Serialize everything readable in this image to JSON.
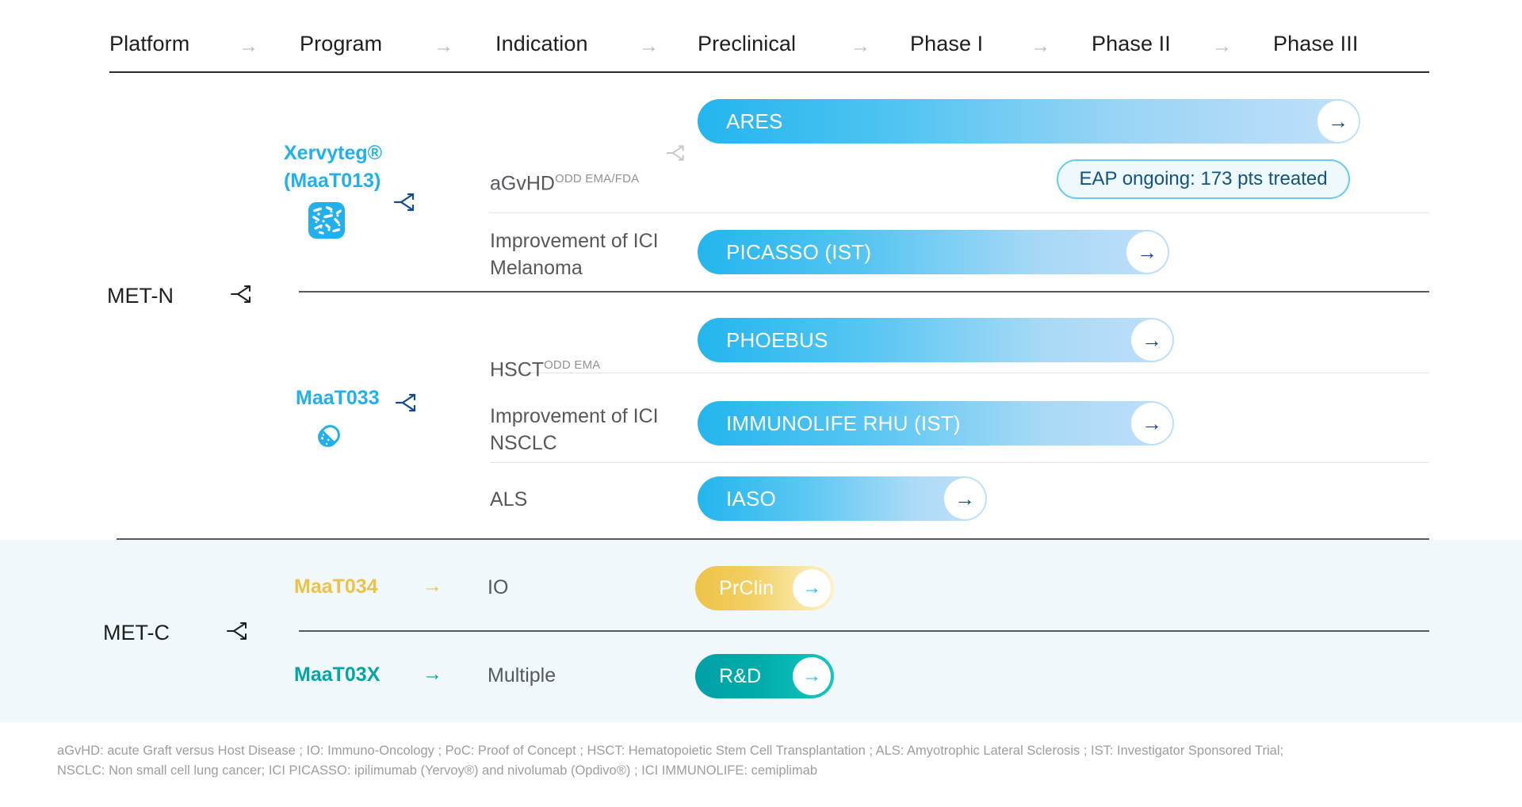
{
  "header": {
    "columns": [
      "Platform",
      "Program",
      "Indication",
      "Preclinical",
      "Phase I",
      "Phase II",
      "Phase III"
    ],
    "separator_icon": "arrow-right-icon",
    "separator_glyph": "→"
  },
  "colors": {
    "cyan": "#23b5ee",
    "cyan_light": "#b9ddf8",
    "program_blue": "#22b0ec",
    "amber": "#edc247",
    "amber_light": "#fbe6a0",
    "teal": "#00a6a6",
    "teal_light": "#34cfc8",
    "navy_arrow": "#14498c",
    "band_background": "#f0f8fc",
    "text_dark": "#1f1f1f",
    "text_grey": "#55595c",
    "superscript_grey": "#8e9295",
    "footnote_grey": "#9a9ea1"
  },
  "platforms": [
    {
      "id": "met-n",
      "label": "MET-N",
      "branch_icon": "branch-split-icon",
      "programs": [
        {
          "id": "maat013",
          "name_line1": "Xervyteg®",
          "name_line2": "(MaaT013)",
          "color": "#22b0ec",
          "icon": "microbiome-square-icon",
          "branch_icon": "branch-split-icon",
          "rows": [
            {
              "indication": "aGvHD",
              "superscript": "ODD EMA/FDA",
              "indication_icon": "branch-split-icon",
              "trial": "ARES",
              "phase_reach": "Phase III",
              "knob_arrow_icon": "arrow-right-icon",
              "badge": "EAP ongoing: 173 pts treated"
            },
            {
              "indication": "Improvement of ICI\nMelanoma",
              "superscript": "",
              "trial": "PICASSO (IST)",
              "phase_reach": "Phase II",
              "knob_arrow_icon": "arrow-right-icon"
            }
          ]
        },
        {
          "id": "maat033",
          "name_line1": "MaaT033",
          "name_line2": "",
          "color": "#22b0ec",
          "icon": "capsule-pill-icon",
          "branch_icon": "branch-split-icon",
          "rows": [
            {
              "indication": "HSCT",
              "superscript": "ODD EMA",
              "trial": "PHOEBUS",
              "phase_reach": "Phase II",
              "knob_arrow_icon": "arrow-right-icon"
            },
            {
              "indication": "Improvement of ICI\nNSCLC",
              "superscript": "",
              "trial": "IMMUNOLIFE RHU (IST)",
              "phase_reach": "Phase II",
              "knob_arrow_icon": "arrow-right-icon"
            },
            {
              "indication": "ALS",
              "superscript": "",
              "trial": "IASO",
              "phase_reach": "Phase I",
              "knob_arrow_icon": "arrow-right-icon"
            }
          ]
        }
      ]
    },
    {
      "id": "met-c",
      "label": "MET-C",
      "branch_icon": "branch-split-icon",
      "programs": [
        {
          "id": "maat034",
          "name_line1": "MaaT034",
          "name_line2": "",
          "color": "#edc247",
          "arrow_icon": "arrow-right-icon",
          "rows": [
            {
              "indication": "IO",
              "superscript": "",
              "trial": "PrClin",
              "phase_reach": "Preclinical",
              "knob_arrow_icon": "arrow-right-icon"
            }
          ]
        },
        {
          "id": "maat03x",
          "name_line1": "MaaT03X",
          "name_line2": "",
          "color": "#00a6a6",
          "arrow_icon": "arrow-right-icon",
          "rows": [
            {
              "indication": "Multiple",
              "superscript": "",
              "trial": "R&D",
              "phase_reach": "Preclinical",
              "knob_arrow_icon": "arrow-right-icon"
            }
          ]
        }
      ]
    }
  ],
  "footnotes": {
    "line1": "aGvHD: acute Graft versus Host Disease ; IO: Immuno-Oncology ; PoC: Proof of Concept ; HSCT: Hematopoietic Stem Cell Transplantation ; ALS: Amyotrophic Lateral Sclerosis ; IST: Investigator Sponsored Trial;",
    "line2": "NSCLC: Non small cell lung cancer; ICI PICASSO: ipilimumab (Yervoy®) and nivolumab (Opdivo®) ; ICI IMMUNOLIFE: cemiplimab"
  },
  "chart_data": {
    "type": "table",
    "title": "Clinical development pipeline",
    "stages": [
      "Preclinical",
      "Phase I",
      "Phase II",
      "Phase III"
    ],
    "rows": [
      {
        "platform": "MET-N",
        "program": "Xervyteg® (MaaT013)",
        "indication": "aGvHD",
        "designation": "ODD EMA/FDA",
        "trial": "ARES",
        "stage_reached": "Phase III",
        "note": "EAP ongoing: 173 pts treated"
      },
      {
        "platform": "MET-N",
        "program": "Xervyteg® (MaaT013)",
        "indication": "Improvement of ICI Melanoma",
        "designation": "",
        "trial": "PICASSO (IST)",
        "stage_reached": "Phase II",
        "note": ""
      },
      {
        "platform": "MET-N",
        "program": "MaaT033",
        "indication": "HSCT",
        "designation": "ODD EMA",
        "trial": "PHOEBUS",
        "stage_reached": "Phase II",
        "note": ""
      },
      {
        "platform": "MET-N",
        "program": "MaaT033",
        "indication": "Improvement of ICI NSCLC",
        "designation": "",
        "trial": "IMMUNOLIFE RHU (IST)",
        "stage_reached": "Phase II",
        "note": ""
      },
      {
        "platform": "MET-N",
        "program": "MaaT033",
        "indication": "ALS",
        "designation": "",
        "trial": "IASO",
        "stage_reached": "Phase I",
        "note": ""
      },
      {
        "platform": "MET-C",
        "program": "MaaT034",
        "indication": "IO",
        "designation": "",
        "trial": "PrClin",
        "stage_reached": "Preclinical",
        "note": ""
      },
      {
        "platform": "MET-C",
        "program": "MaaT03X",
        "indication": "Multiple",
        "designation": "",
        "trial": "R&D",
        "stage_reached": "Preclinical",
        "note": ""
      }
    ]
  }
}
